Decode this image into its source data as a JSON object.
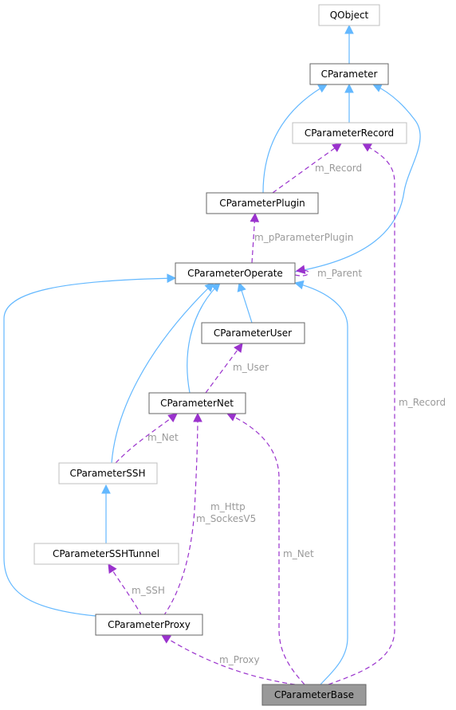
{
  "colors": {
    "inheritance": "#63b8ff",
    "usage": "#9a32cd",
    "label": "#9a9a9a",
    "node_border_strong": "#666666",
    "node_border_light": "#bfbfbf",
    "highlight_fill": "#999999"
  },
  "nodes": {
    "qobject": "QObject",
    "cparameter": "CParameter",
    "cparameterrecord": "CParameterRecord",
    "cparameterplugin": "CParameterPlugin",
    "cparameteroperate": "CParameterOperate",
    "cparameteruser": "CParameterUser",
    "cparameternet": "CParameterNet",
    "cparameterssh": "CParameterSSH",
    "cparametersshtunnel": "CParameterSSHTunnel",
    "cparameterproxy": "CParameterProxy",
    "cparameterbase": "CParameterBase"
  },
  "edge_labels": {
    "m_record_plugin": "m_Record",
    "m_pparameterplugin": "m_pParameterPlugin",
    "m_parent": "m_Parent",
    "m_user": "m_User",
    "m_net_ssh": "m_Net",
    "m_http": "m_Http",
    "m_sockesv5": "m_SockesV5",
    "m_net_base": "m_Net",
    "m_record_base": "m_Record",
    "m_ssh": "m_SSH",
    "m_proxy": "m_Proxy"
  }
}
